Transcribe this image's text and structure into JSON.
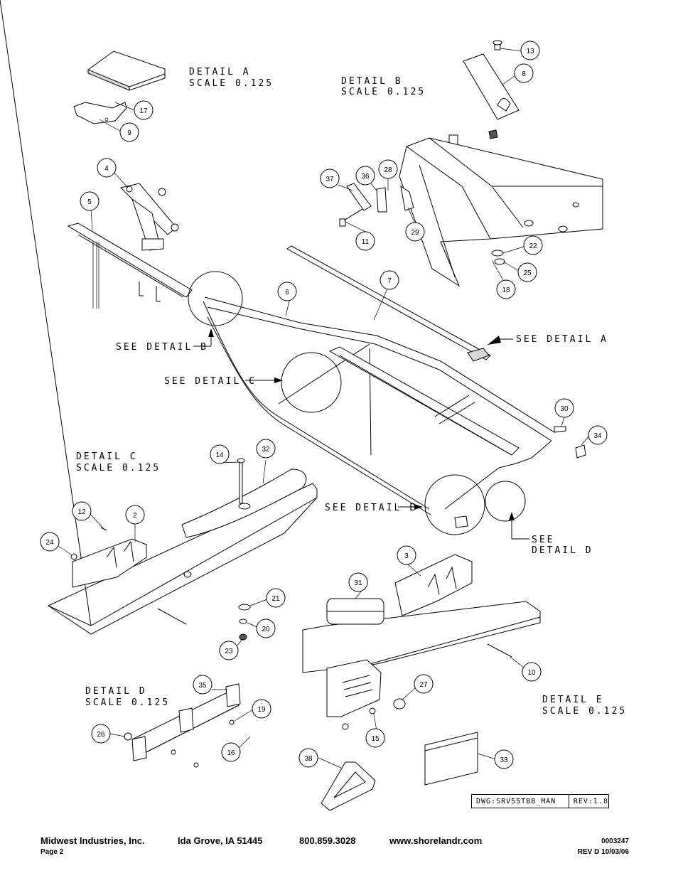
{
  "details": [
    {
      "title": "DETAIL  A",
      "scale": "SCALE  0.125"
    },
    {
      "title": "DETAIL  B",
      "scale": "SCALE  0.125"
    },
    {
      "title": "DETAIL  C",
      "scale": "SCALE  0.125"
    },
    {
      "title": "DETAIL  D",
      "scale": "SCALE  0.125"
    },
    {
      "title": "DETAIL  E",
      "scale": "SCALE  0.125"
    }
  ],
  "callouts": {
    "see_a": "SEE  DETAIL  A",
    "see_b": "SEE  DETAIL  B",
    "see_c": "SEE  DETAIL  C",
    "see_e": "SEE  DETAIL  E",
    "see_d_1": "SEE",
    "see_d_2": "DETAIL  D"
  },
  "balloons": [
    "2",
    "3",
    "4",
    "5",
    "6",
    "7",
    "8",
    "9",
    "10",
    "11",
    "12",
    "13",
    "14",
    "15",
    "16",
    "17",
    "18",
    "19",
    "20",
    "21",
    "22",
    "23",
    "24",
    "25",
    "26",
    "27",
    "28",
    "29",
    "30",
    "31",
    "32",
    "33",
    "34",
    "35",
    "36",
    "37",
    "38"
  ],
  "title_block": {
    "dwg": "DWG:SRV55TBB_MAN",
    "rev": "REV:1.8"
  },
  "footer": {
    "company": "Midwest Industries, Inc.",
    "location": "Ida Grove, IA  51445",
    "phone": "800.859.3028",
    "website": "www.shorelandr.com",
    "page": "Page 2",
    "doc_number": "0003247",
    "revision": "REV  D  10/03/06"
  }
}
